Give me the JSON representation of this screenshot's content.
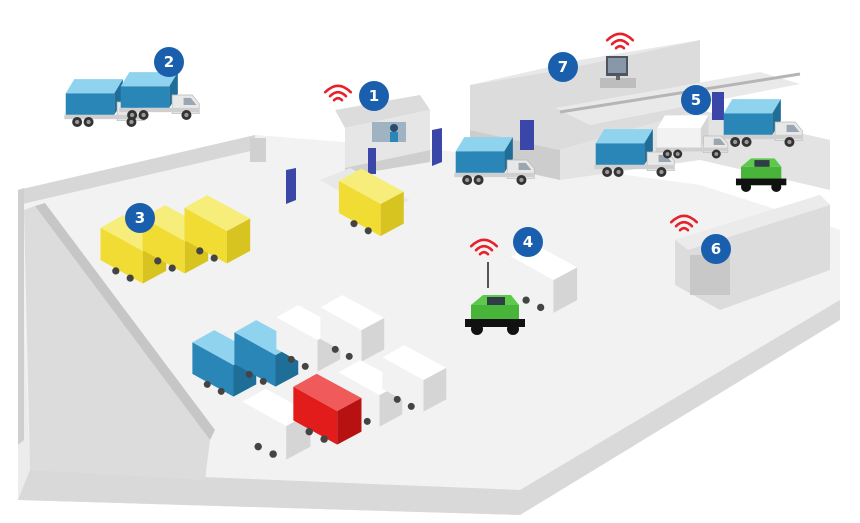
{
  "colors": {
    "badge": "#1a5fae",
    "rfid": "#e8202a",
    "cargo_blue": "#2b86b8",
    "cargo_yellow": "#f0dc32",
    "cargo_red": "#e21b1b",
    "cargo_white": "#f2f2f2",
    "tractor_green": "#48b43a",
    "gate_panel": "#3a46a8"
  },
  "markers": [
    {
      "id": "reader-1",
      "label": "1",
      "wifi": true
    },
    {
      "id": "reader-2",
      "label": "2",
      "wifi": false
    },
    {
      "id": "reader-3",
      "label": "3",
      "wifi": false
    },
    {
      "id": "reader-4",
      "label": "4",
      "wifi": true
    },
    {
      "id": "reader-5",
      "label": "5",
      "wifi": false
    },
    {
      "id": "reader-6",
      "label": "6",
      "wifi": true
    },
    {
      "id": "reader-7",
      "label": "7",
      "wifi": true
    }
  ]
}
